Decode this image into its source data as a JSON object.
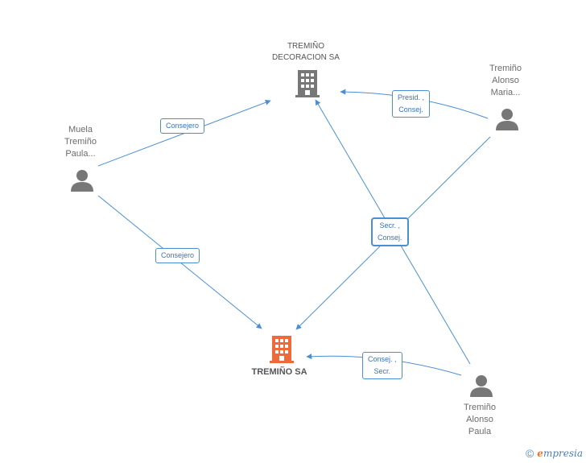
{
  "nodes": {
    "decoracion": {
      "lines": [
        "TREMIÑO",
        "DECORACION SA"
      ]
    },
    "tremino_sa": {
      "lines": [
        "TREMIÑO SA"
      ]
    },
    "muela": {
      "lines": [
        "Muela",
        "Tremiño",
        "Paula..."
      ]
    },
    "alonso_maria": {
      "lines": [
        "Tremiño",
        "Alonso",
        "Maria..."
      ]
    },
    "alonso_paula": {
      "lines": [
        "Tremiño",
        "Alonso",
        "Paula"
      ]
    }
  },
  "edges": {
    "muela_decoracion": {
      "lines": [
        "Consejero"
      ]
    },
    "muela_tremino": {
      "lines": [
        "Consejero"
      ]
    },
    "maria_decoracion": {
      "lines": [
        "Presid. ,",
        "Consej."
      ]
    },
    "multi": {
      "lines": [
        "Secr. ,",
        "Consej."
      ]
    },
    "paula_tremino": {
      "lines": [
        "Consej. ,",
        "Secr."
      ]
    }
  },
  "colors": {
    "edge": "#4a8fd6",
    "company": "#777777",
    "focus_company": "#ee6a3a",
    "person": "#777777"
  },
  "footer": {
    "copyright": "©",
    "brand_initial": "e",
    "brand_rest": "mpresia"
  }
}
